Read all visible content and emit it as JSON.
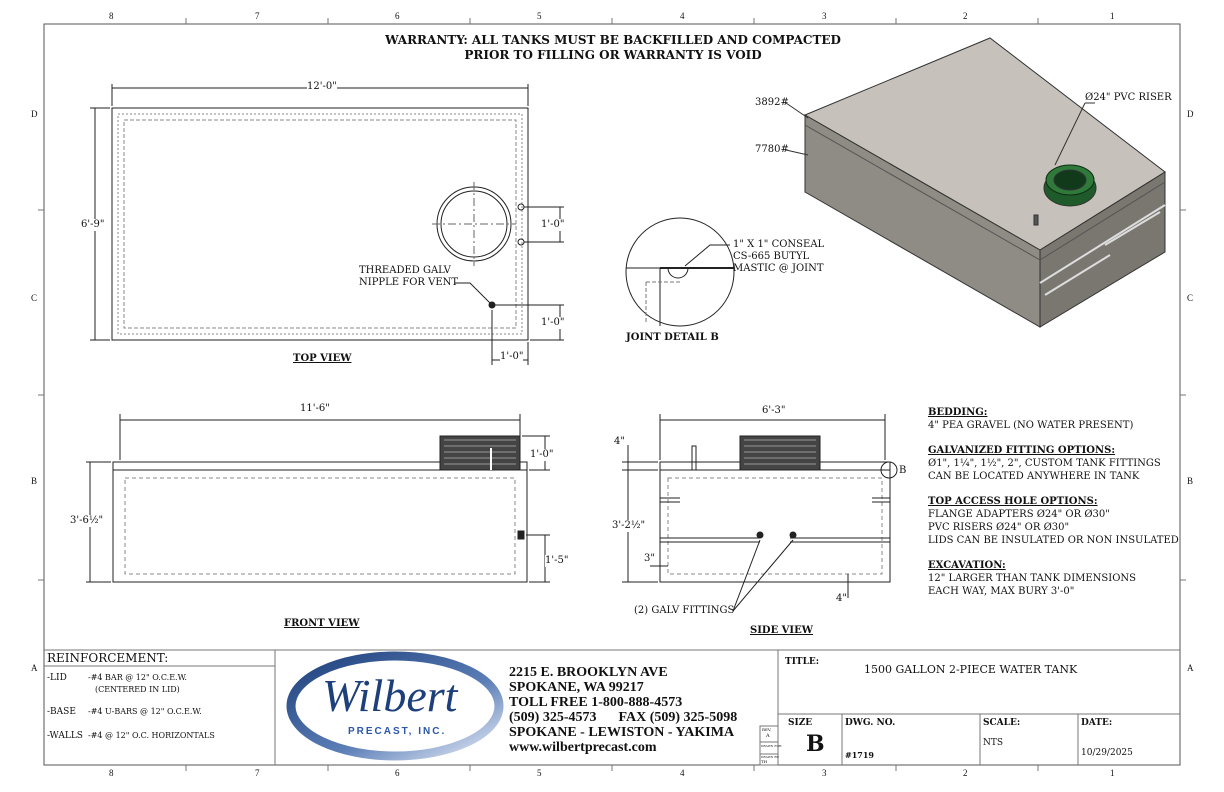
{
  "zones": {
    "columns": [
      "8",
      "7",
      "6",
      "5",
      "4",
      "3",
      "2",
      "1"
    ],
    "rows": [
      "D",
      "C",
      "B",
      "A"
    ]
  },
  "warranty": {
    "line1": "WARRANTY: ALL TANKS MUST BE BACKFILLED AND COMPACTED",
    "line2": "PRIOR TO FILLING OR WARRANTY IS VOID"
  },
  "top_view": {
    "label": "TOP VIEW",
    "width_dim": "12'-0\"",
    "height_dim": "6'-9\"",
    "hole_dim": "1'-0\"",
    "vent_offset_dim": "1'-0\"",
    "vent_side_dim": "1'-0\"",
    "vent_label_1": "THREADED GALV",
    "vent_label_2": "NIPPLE FOR VENT"
  },
  "iso_view": {
    "lid_weight": "3892#",
    "base_weight": "7780#",
    "riser_label": "Ø24\" PVC RISER",
    "colors": {
      "top": "#c6c2bb",
      "front": "#8f8b85",
      "side": "#7a7670",
      "riser": "#1f5a2a"
    }
  },
  "joint_detail": {
    "label": "JOINT DETAIL B",
    "note_1": "1\" X 1\" CONSEAL",
    "note_2": "CS-665 BUTYL",
    "note_3": "MASTIC @ JOINT"
  },
  "front_view": {
    "label": "FRONT VIEW",
    "length_dim": "11'-6\"",
    "riser_dim": "1'-0\"",
    "height_dim": "3'-6½\"",
    "fitting_dim": "1'-5\""
  },
  "side_view": {
    "label": "SIDE VIEW",
    "width_dim": "6'-3\"",
    "lid_dim": "4\"",
    "height_dim": "3'-2½\"",
    "floor_dim": "3\"",
    "wall_dim": "4\"",
    "detail_callout": "B",
    "fittings_label": "(2) GALV FITTINGS"
  },
  "notes": {
    "bedding_title": "BEDDING:",
    "bedding_1": "4\" PEA GRAVEL (NO WATER PRESENT)",
    "galv_title": "GALVANIZED FITTING OPTIONS:",
    "galv_1": "Ø1\", 1¼\", 1½\", 2\", CUSTOM TANK FITTINGS",
    "galv_2": "CAN BE LOCATED ANYWHERE IN TANK",
    "access_title": "TOP ACCESS HOLE OPTIONS:",
    "access_1": "FLANGE ADAPTERS Ø24\" OR Ø30\"",
    "access_2": "PVC RISERS Ø24\" OR Ø30\"",
    "access_3": "LIDS CAN BE INSULATED OR NON INSULATED",
    "excavation_title": "EXCAVATION:",
    "excavation_1": "12\" LARGER THAN TANK DIMENSIONS",
    "excavation_2": "EACH WAY, MAX BURY 3'-0\""
  },
  "reinforcement": {
    "title": "REINFORCEMENT:",
    "items": [
      {
        "part": "-LID",
        "spec": "-#4 BAR @ 12\" O.C.E.W.",
        "spec2": "(CENTERED IN LID)"
      },
      {
        "part": "-BASE",
        "spec": "-#4 U-BARS @ 12\" O.C.E.W."
      },
      {
        "part": "-WALLS",
        "spec": "-#4 @ 12\" O.C. HORIZONTALS"
      }
    ]
  },
  "company": {
    "logo_name": "Wilbert",
    "logo_sub": "PRECAST, INC.",
    "address_1": "2215 E. BROOKLYN AVE",
    "address_2": "SPOKANE, WA 99217",
    "toll_free": "TOLL FREE 1-800-888-4573",
    "phone": "(509) 325-4573",
    "fax": "FAX (509) 325-5098",
    "locations": "SPOKANE - LEWISTON - YAKIMA",
    "website": "www.wilbertprecast.com",
    "rev_label": "REV.",
    "rev_value": "A",
    "drawn_for_label": "DRAWN FOR:",
    "drawn_by_label": "DRAWN BY:",
    "drawn_by_value": "TH",
    "colors": {
      "logo_blue": "#1d3f7a"
    }
  },
  "title_block": {
    "title_label": "TITLE:",
    "title": "1500 GALLON 2-PIECE WATER TANK",
    "size_label": "SIZE",
    "size": "B",
    "dwg_label": "DWG.  NO.",
    "dwg_no": "#1719",
    "scale_label": "SCALE:",
    "scale": "NTS",
    "date_label": "DATE:",
    "date": "10/29/2025"
  }
}
